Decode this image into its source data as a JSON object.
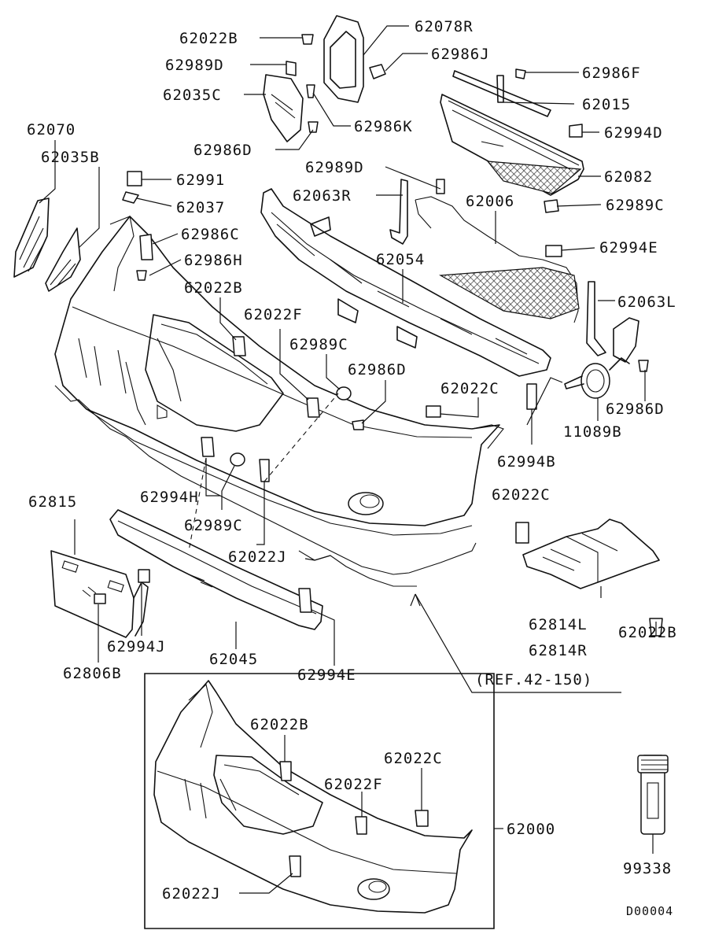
{
  "diagram": {
    "code": "D00004",
    "reference": "(REF.42-150)",
    "callouts": [
      {
        "id": "c-62022b-top",
        "text": "62022B"
      },
      {
        "id": "c-62078r",
        "text": "62078R"
      },
      {
        "id": "c-62989d-top",
        "text": "62989D"
      },
      {
        "id": "c-62986j",
        "text": "62986J"
      },
      {
        "id": "c-62035c",
        "text": "62035C"
      },
      {
        "id": "c-62986f",
        "text": "62986F"
      },
      {
        "id": "c-62015",
        "text": "62015"
      },
      {
        "id": "c-62986k",
        "text": "62986K"
      },
      {
        "id": "c-62070",
        "text": "62070"
      },
      {
        "id": "c-62994d",
        "text": "62994D"
      },
      {
        "id": "c-62986d-top",
        "text": "62986D"
      },
      {
        "id": "c-62035b",
        "text": "62035B"
      },
      {
        "id": "c-62989d-mid",
        "text": "62989D"
      },
      {
        "id": "c-62082",
        "text": "62082"
      },
      {
        "id": "c-62991",
        "text": "62991"
      },
      {
        "id": "c-62063r",
        "text": "62063R"
      },
      {
        "id": "c-62006",
        "text": "62006"
      },
      {
        "id": "c-62037",
        "text": "62037"
      },
      {
        "id": "c-62989c-right",
        "text": "62989C"
      },
      {
        "id": "c-62986c",
        "text": "62986C"
      },
      {
        "id": "c-62994e-right",
        "text": "62994E"
      },
      {
        "id": "c-62986h",
        "text": "62986H"
      },
      {
        "id": "c-62054",
        "text": "62054"
      },
      {
        "id": "c-62022b-mid",
        "text": "62022B"
      },
      {
        "id": "c-62063l",
        "text": "62063L"
      },
      {
        "id": "c-62022f",
        "text": "62022F"
      },
      {
        "id": "c-62989c-mid",
        "text": "62989C"
      },
      {
        "id": "c-62986d-mid",
        "text": "62986D"
      },
      {
        "id": "c-62022c-mid",
        "text": "62022C"
      },
      {
        "id": "c-62986d-right",
        "text": "62986D"
      },
      {
        "id": "c-11089b",
        "text": "11089B"
      },
      {
        "id": "c-62994b",
        "text": "62994B"
      },
      {
        "id": "c-62022c-right",
        "text": "62022C"
      },
      {
        "id": "c-62815",
        "text": "62815"
      },
      {
        "id": "c-62994h",
        "text": "62994H"
      },
      {
        "id": "c-62989c-low",
        "text": "62989C"
      },
      {
        "id": "c-62022j",
        "text": "62022J"
      },
      {
        "id": "c-62814l",
        "text": "62814L"
      },
      {
        "id": "c-62022b-right",
        "text": "62022B"
      },
      {
        "id": "c-62814r",
        "text": "62814R"
      },
      {
        "id": "c-62994j",
        "text": "62994J"
      },
      {
        "id": "c-62045",
        "text": "62045"
      },
      {
        "id": "c-62994e-low",
        "text": "62994E"
      },
      {
        "id": "c-62806b",
        "text": "62806B"
      },
      {
        "id": "c-62022b-inset",
        "text": "62022B"
      },
      {
        "id": "c-62022c-inset",
        "text": "62022C"
      },
      {
        "id": "c-62022f-inset",
        "text": "62022F"
      },
      {
        "id": "c-62000",
        "text": "62000"
      },
      {
        "id": "c-62022j-inset",
        "text": "62022J"
      },
      {
        "id": "c-99338",
        "text": "99338"
      }
    ]
  }
}
